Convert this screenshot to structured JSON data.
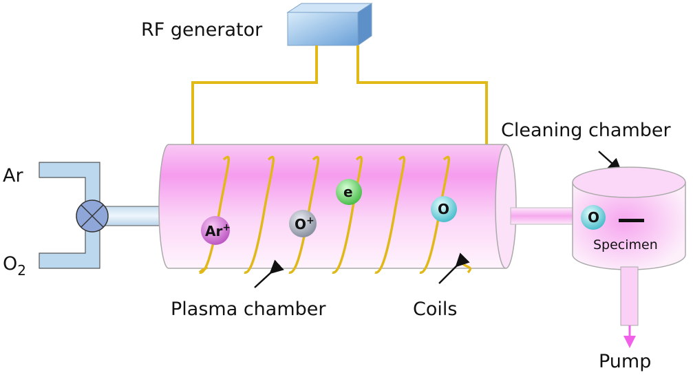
{
  "labels": {
    "rf_generator": "RF generator",
    "ar": "Ar",
    "o2_base": "O",
    "o2_sub": "2",
    "plasma_chamber": "Plasma chamber",
    "coils": "Coils",
    "cleaning_chamber": "Cleaning chamber",
    "specimen": "Specimen",
    "pump": "Pump"
  },
  "particles": {
    "ar_ion": {
      "base": "Ar",
      "sup": "+"
    },
    "o_ion": {
      "base": "O",
      "sup": "+"
    },
    "electron": {
      "base": "e"
    },
    "oxygen": {
      "base": "O"
    },
    "oxygen_chamber": {
      "base": "O"
    }
  },
  "colors": {
    "plasma": "#f7a8f0",
    "wire": "#e8c020",
    "pipe": "#bcd8ee",
    "valve": "#8ea6d8",
    "ar_ion": "#d070d0",
    "o_ion": "#a0a8b8",
    "electron": "#70d870",
    "oxygen": "#70d8e8",
    "pump_arrow": "#f060e8"
  }
}
